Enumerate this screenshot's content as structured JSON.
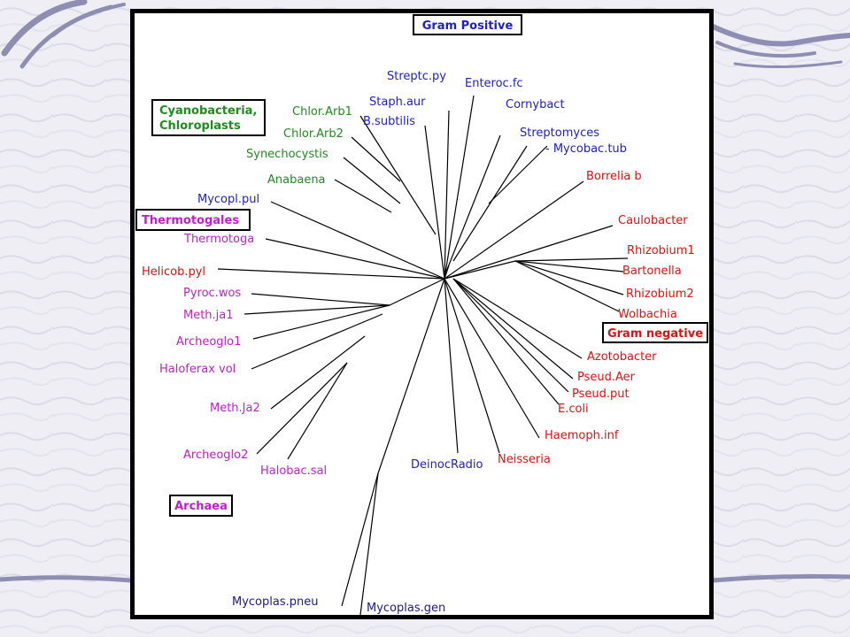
{
  "colors": {
    "gram_positive": "#2020c8",
    "cyanobacteria": "#1e8c1e",
    "gram_negative": "#e01010",
    "archaea": "#c020c8",
    "mycoplasma": "#1a1a8c"
  },
  "groups": {
    "gram_positive": "Gram Positive",
    "cyanobacteria_line1": "Cyanobacteria,",
    "cyanobacteria_line2": "Chloroplasts",
    "thermotogales": "Thermotogales",
    "gram_negative": "Gram negative",
    "archaea": "Archaea"
  },
  "taxa": {
    "streptc_py": "Streptc.py",
    "enteroc_fc": "Enteroc.fc",
    "staph_aur": "Staph.aur",
    "cornybact": "Cornybact",
    "b_subtilis": "B.subtilis",
    "streptomyces": "Streptomyces",
    "mycobac_tub": "- Mycobac.tub",
    "chlor_arb1": "Chlor.Arb1",
    "chlor_arb2": "Chlor.Arb2",
    "synechocystis": "Synechocystis",
    "anabaena": "Anabaena",
    "mycopl_pul": "Mycopl.pul",
    "thermotoga": "Thermotoga",
    "helicob_pyl": "Helicob.pyl",
    "pyroc_wos": "Pyroc.wos",
    "meth_ja1": "Meth.ja1",
    "archeoglo1": "Archeoglo1",
    "haloferax_vol": "Haloferax vol",
    "meth_ja2": "Meth.Ja2",
    "archeoglo2": "Archeoglo2",
    "halobac_sal": "Halobac.sal",
    "mycoplas_pneu": "Mycoplas.pneu",
    "mycoplas_gen": "Mycoplas.gen",
    "deinocradio": "DeinocRadio",
    "neisseria": "Neisseria",
    "haemoph_inf": "Haemoph.inf",
    "e_coli": "E.coli",
    "pseud_put": "Pseud.put",
    "pseud_aer": "Pseud.Aer",
    "azotobacter": "Azotobacter",
    "wolbachia": "Wolbachia",
    "rhizobium2": "Rhizobium2",
    "bartonella": "Bartonella",
    "rhizobium1": "Rhizobium1",
    "caulobacter": "Caulobacter",
    "borrelia_b": "Borrelia b"
  }
}
